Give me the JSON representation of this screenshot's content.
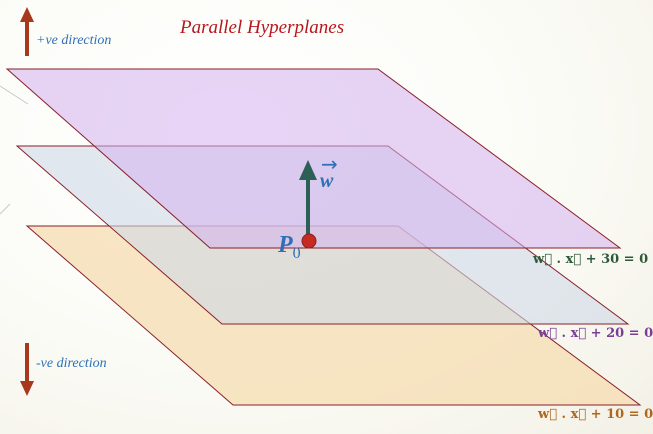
{
  "title": "Parallel Hyperplanes",
  "directions": {
    "positive": "+ve direction",
    "negative": "-ve direction"
  },
  "point": {
    "letter": "P",
    "subscript": "0"
  },
  "normal_vector": {
    "symbol": "w",
    "arrow": "→"
  },
  "equations": {
    "top": "w⃗ . x⃗ + 30 = 0",
    "middle": "w⃗ . x⃗ + 20 = 0",
    "bottom": "w⃗ . x⃗ + 10 = 0"
  },
  "colors": {
    "title": "#b5171e",
    "direction_text": "#2f6fb5",
    "direction_arrow": "#a8381c",
    "normal_vector": "#2c5f56",
    "point": "#c62b23",
    "plane_top_fill": "#d8b8f0",
    "plane_middle_fill": "#d6dde8",
    "plane_bottom_fill": "#f6dcb0",
    "plane_edge": "#8a1f2a",
    "eq_top": "#2e5a3a",
    "eq_middle": "#7a3e96",
    "eq_bottom": "#b0661c"
  }
}
